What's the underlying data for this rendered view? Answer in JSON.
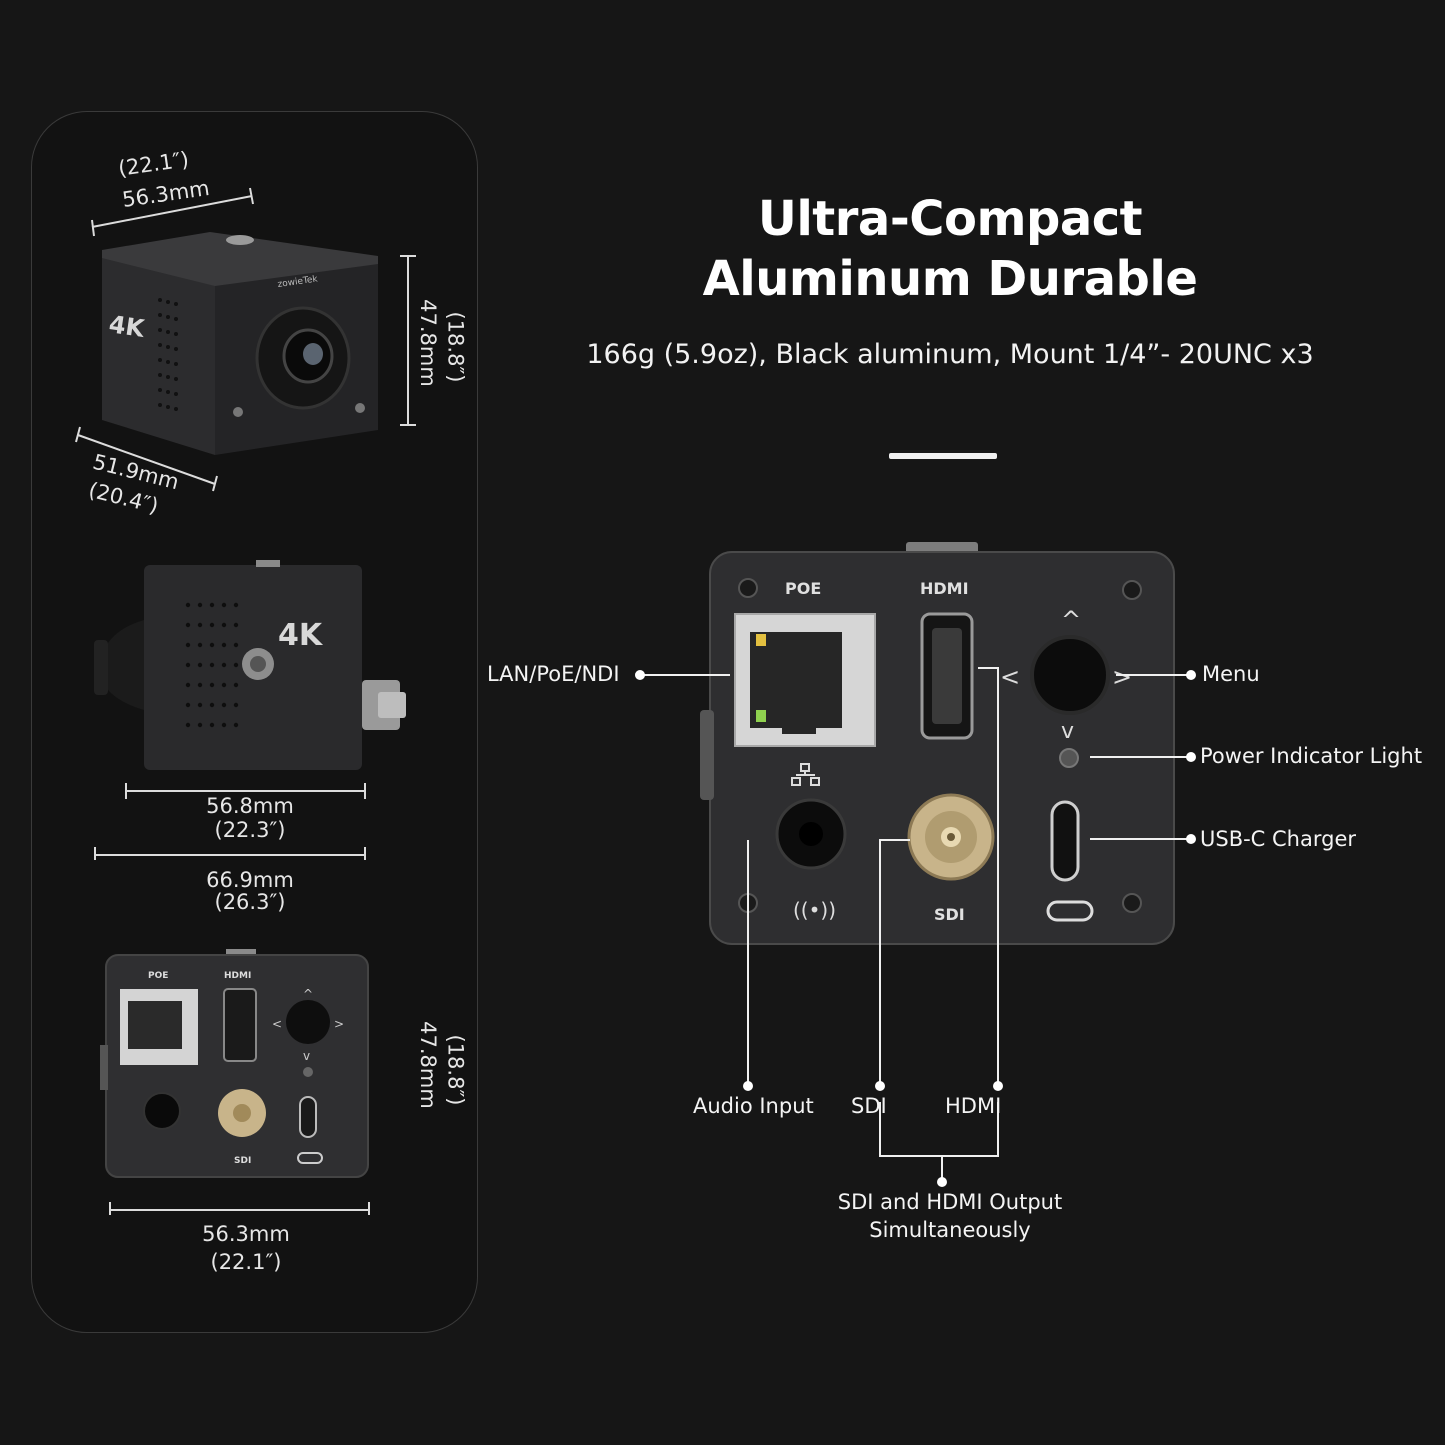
{
  "heading": {
    "line1": "Ultra-Compact",
    "line2": "Aluminum Durable",
    "specs": "166g (5.9oz), Black aluminum, Mount 1/4”- 20UNC x3"
  },
  "dimensions": {
    "top_view": {
      "width_in": "(22.1″)",
      "width_mm": "56.3mm",
      "height_mm": "47.8mm",
      "height_in": "(18.8″)",
      "depth_mm": "51.9mm",
      "depth_in": "(20.4″)"
    },
    "side_view": {
      "body_mm": "56.8mm",
      "body_in": "(22.3″)",
      "total_mm": "66.9mm",
      "total_in": "(26.3″)"
    },
    "back_view": {
      "height_mm": "47.8mm",
      "height_in": "(18.8″)",
      "width_mm": "56.3mm",
      "width_in": "(22.1″)"
    }
  },
  "camera_labels": {
    "badge": "4K",
    "brand": "zowieTek",
    "poe": "POE",
    "hdmi": "HDMI",
    "sdi": "SDI"
  },
  "callouts": {
    "lan": "LAN/PoE/NDI",
    "menu": "Menu",
    "power": "Power Indicator Light",
    "usbc": "USB-C  Charger",
    "audio": "Audio Input",
    "sdi": "SDI",
    "hdmi": "HDMI",
    "simul_line1": "SDI and HDMI Output",
    "simul_line2": "Simultaneously"
  },
  "colors": {
    "background": "#161616",
    "camera_body": "#2b2b2d",
    "bnc_gold": "#c8b48a",
    "led_green": "#8fd14f",
    "led_amber": "#e3c040"
  }
}
